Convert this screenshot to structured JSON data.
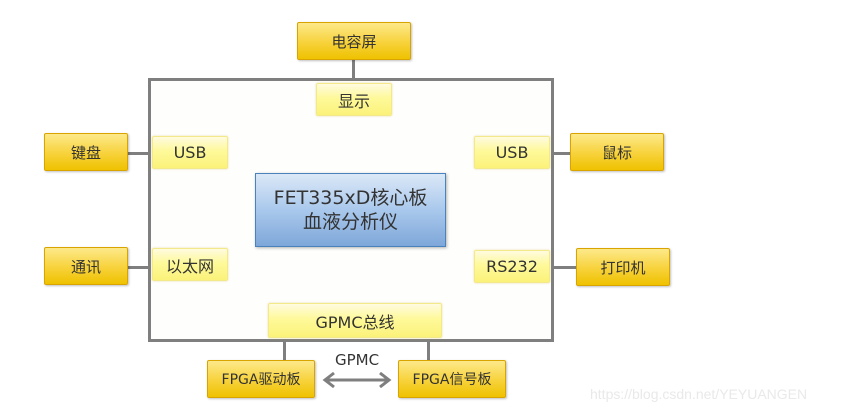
{
  "diagram": {
    "core": {
      "line1": "FET335xD核心板",
      "line2": "血液分析仪"
    },
    "interfaces": {
      "display": "显示",
      "usb_left": "USB",
      "usb_right": "USB",
      "ethernet": "以太网",
      "rs232": "RS232",
      "gpmc_bus": "GPMC总线"
    },
    "peripherals": {
      "touchscreen": "电容屏",
      "keyboard": "键盘",
      "mouse": "鼠标",
      "communication": "通讯",
      "printer": "打印机",
      "fpga_driver": "FPGA驱动板",
      "fpga_signal": "FPGA信号板"
    },
    "link_label": "GPMC"
  },
  "watermark": "https://blog.csdn.net/YEYUANGEN",
  "colors": {
    "outer_box": "#f7d23a",
    "inner_box": "#fef99a",
    "core_box": "#a9c8ec",
    "frame": "#7f7f7f"
  }
}
